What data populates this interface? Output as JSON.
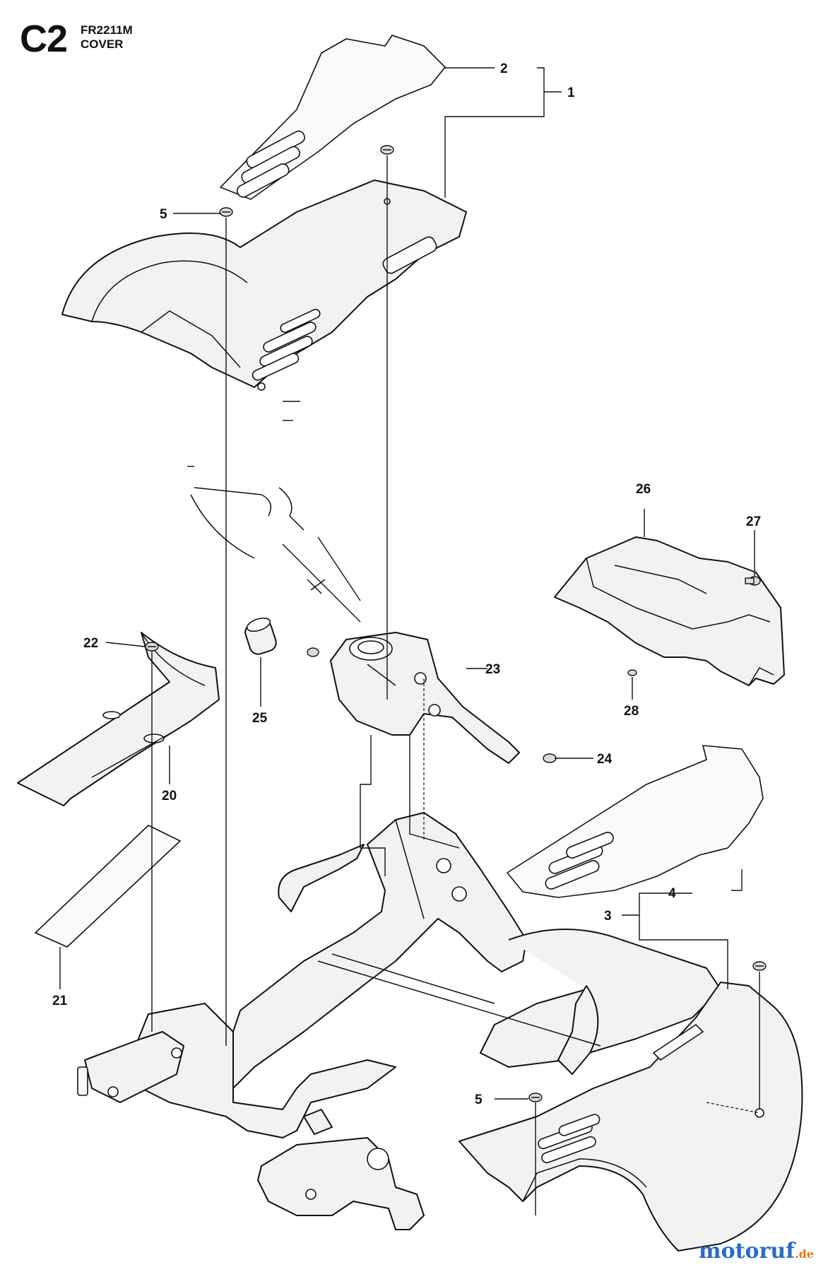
{
  "header": {
    "section_code": "C2",
    "model": "FR2211M",
    "group": "COVER"
  },
  "callouts": {
    "c1": "1",
    "c2": "2",
    "c3": "3",
    "c4": "4",
    "c5a": "5",
    "c5b": "5",
    "c20": "20",
    "c21": "21",
    "c22": "22",
    "c23": "23",
    "c24": "24",
    "c25": "25",
    "c26": "26",
    "c27": "27",
    "c28": "28"
  },
  "watermark": {
    "main": "motoruf",
    "tld": ".de"
  }
}
